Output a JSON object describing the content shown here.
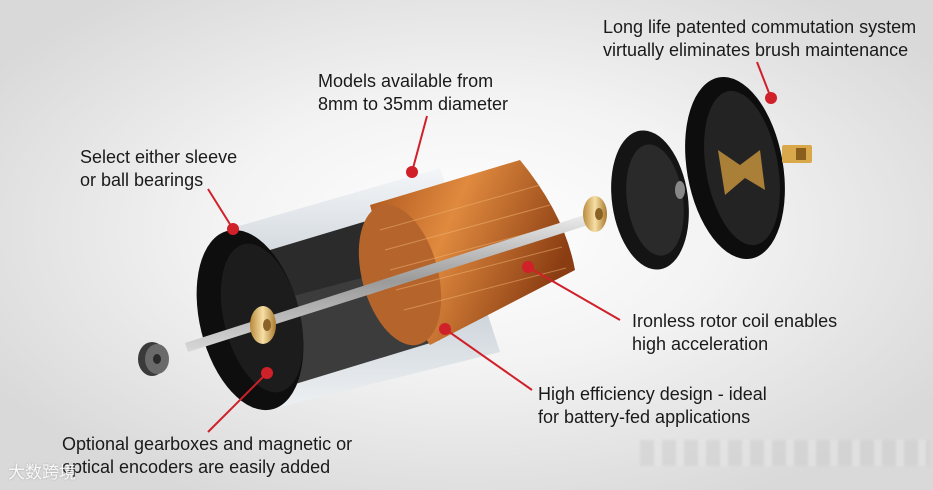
{
  "callouts": {
    "commutation": {
      "line1": "Long life patented commutation system",
      "line2": "virtually eliminates brush maintenance"
    },
    "models": {
      "line1": "Models available from",
      "line2": "8mm to 35mm diameter"
    },
    "bearings": {
      "line1": "Select either sleeve",
      "line2": "or ball bearings"
    },
    "rotor": {
      "line1": "Ironless rotor coil enables",
      "line2": "high acceleration"
    },
    "efficiency": {
      "line1": "High efficiency design - ideal",
      "line2": "for battery-fed applications"
    },
    "gearboxes": {
      "line1": "Optional gearboxes and magnetic or",
      "line2": "optical encoders are easily added"
    }
  },
  "watermark": "大数跨境",
  "colors": {
    "callout_dot": "#d0202a",
    "coil": "#c8712e",
    "housing": "#111111",
    "shell": "#d7dde2"
  }
}
